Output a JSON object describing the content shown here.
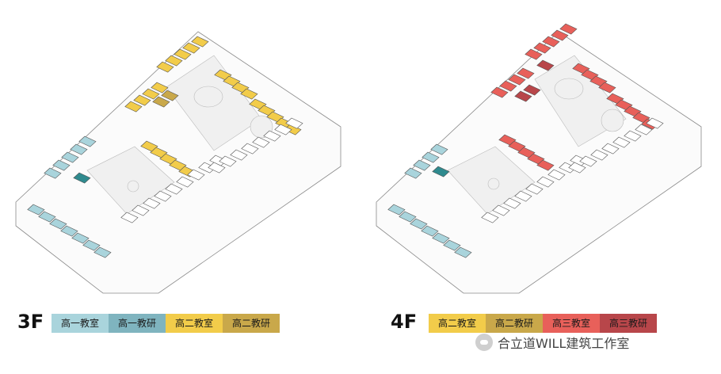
{
  "floors": [
    {
      "label": "3F",
      "legend": [
        {
          "text": "高一教室",
          "color": "#a9d4dc"
        },
        {
          "text": "高一教研",
          "color": "#7fb4bf"
        },
        {
          "text": "高二教室",
          "color": "#f2cc4a"
        },
        {
          "text": "高二教研",
          "color": "#c9a84a"
        }
      ]
    },
    {
      "label": "4F",
      "legend": [
        {
          "text": "高二教室",
          "color": "#f2cc4a"
        },
        {
          "text": "高二教研",
          "color": "#c9a84a"
        },
        {
          "text": "高三教室",
          "color": "#e8605a"
        },
        {
          "text": "高三教研",
          "color": "#b8464a"
        }
      ]
    }
  ],
  "watermark": "合立道WILL建筑工作室",
  "colors": {
    "g1_class": "#a9d4dc",
    "g1_office": "#2f8a8e",
    "g2_class": "#f2cc4a",
    "g2_office": "#c9a84a",
    "g3_class": "#e8605a",
    "g3_office": "#b8464a",
    "outline": "#555555",
    "room_fill": "#ffffff"
  }
}
